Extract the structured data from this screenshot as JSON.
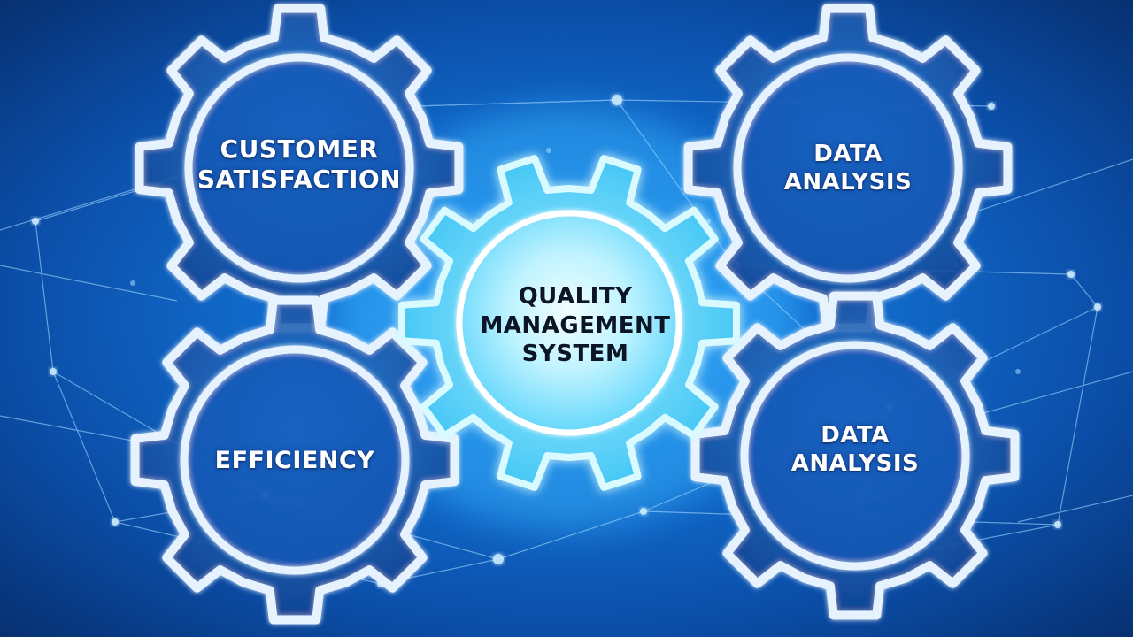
{
  "center": {
    "lines": [
      "QUALITY",
      "MANAGEMENT",
      "SYSTEM"
    ]
  },
  "gears": [
    {
      "id": "top-left",
      "lines": [
        "CUSTOMER",
        "SATISFACTION"
      ]
    },
    {
      "id": "top-right",
      "lines": [
        "DATA",
        "ANALYSIS"
      ]
    },
    {
      "id": "bottom-left",
      "lines": [
        "EFFICIENCY"
      ]
    },
    {
      "id": "bottom-right",
      "lines": [
        "DATA",
        "ANALYSIS"
      ]
    }
  ],
  "colors": {
    "background_dark": "#062a66",
    "background_mid": "#0b4ea8",
    "glow": "#3fb2ff",
    "gear_stroke": "#e6f3ff",
    "center_fill": "#7fe3ff",
    "text_light": "#ffffff",
    "text_dark": "#0b1526"
  }
}
